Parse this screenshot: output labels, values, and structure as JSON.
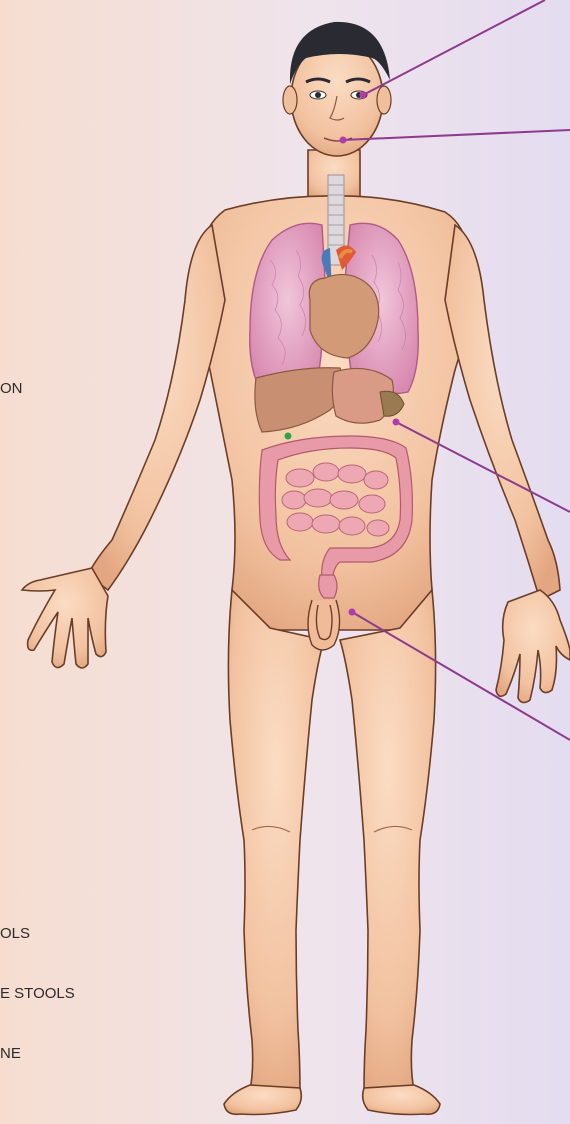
{
  "labels": {
    "l1": "ON",
    "l2": "OLS",
    "l3": "E STOOLS",
    "l4": "NE"
  },
  "colors": {
    "skin": "#f2c7a5",
    "skin_shadow": "#e0a57f",
    "outline": "#6b3d26",
    "pointer_line": "#8e3a8e",
    "pointer_dot": "#b03ab0",
    "lungs": "#e7a9c6",
    "intestine": "#e99aa8",
    "liver": "#c98f72",
    "heart": "#d79a7a",
    "hair": "#2a2a33"
  },
  "icons": [
    "eye-pointer-dot",
    "mouth-pointer-dot",
    "abdomen-pointer-dot",
    "groin-pointer-dot"
  ]
}
